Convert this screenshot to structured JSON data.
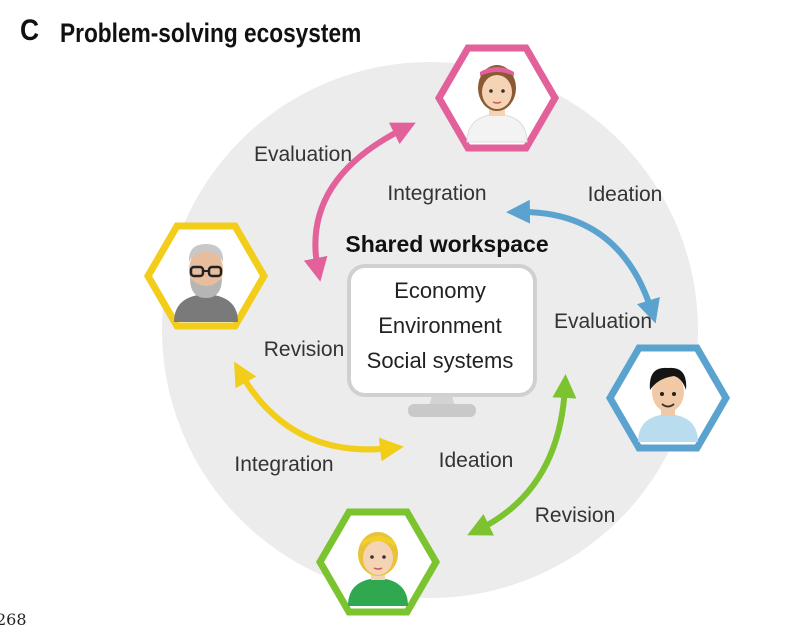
{
  "header": {
    "panel_letter": "C",
    "title": "Problem-solving ecosystem"
  },
  "page_number": "268",
  "workspace": {
    "title": "Shared workspace",
    "items": [
      "Economy",
      "Environment",
      "Social systems"
    ]
  },
  "labels": {
    "evaluation_top_left": "Evaluation",
    "integration_top": "Integration",
    "ideation_top_right": "Ideation",
    "evaluation_right": "Evaluation",
    "revision_left": "Revision",
    "integration_bottom_left": "Integration",
    "ideation_bottom": "Ideation",
    "revision_bottom_right": "Revision"
  },
  "colors": {
    "pink": "#e2619a",
    "blue": "#5ba3cf",
    "yellow": "#f2cd1a",
    "green": "#7cc42f",
    "circle_bg": "#ececec"
  },
  "people": [
    {
      "id": "woman-top",
      "color": "pink",
      "icon": "person-woman-headband-icon"
    },
    {
      "id": "man-left",
      "color": "yellow",
      "icon": "person-bearded-man-glasses-icon"
    },
    {
      "id": "man-right",
      "color": "blue",
      "icon": "person-young-man-icon"
    },
    {
      "id": "woman-bottom",
      "color": "green",
      "icon": "person-blonde-woman-icon"
    }
  ]
}
